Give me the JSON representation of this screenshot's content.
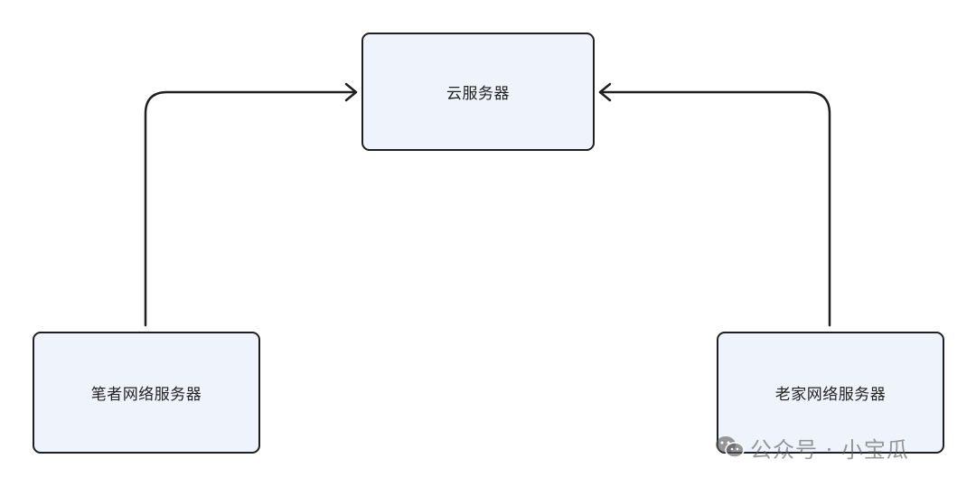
{
  "nodes": {
    "cloud": {
      "label": "云服务器"
    },
    "author": {
      "label": "笔者网络服务器"
    },
    "home": {
      "label": "老家网络服务器"
    }
  },
  "connections": [
    {
      "from": "笔者网络服务器",
      "to": "云服务器"
    },
    {
      "from": "老家网络服务器",
      "to": "云服务器"
    }
  ],
  "colors": {
    "node_fill": "#eef3fc",
    "stroke": "#1f1f1f"
  },
  "watermark": {
    "icon": "wechat-icon",
    "text": "公众号 · 小宝瓜"
  }
}
